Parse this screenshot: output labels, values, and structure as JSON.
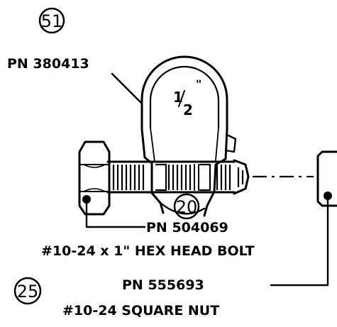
{
  "callouts": {
    "clamp": "51",
    "nut_part": "20",
    "assembly": "25"
  },
  "labels": {
    "clamp_pn": "PN 380413",
    "bolt_pn": "PN 504069",
    "bolt_desc": "#10-24 x 1\" HEX HEAD BOLT",
    "nut_pn": "PN 555693",
    "nut_desc": "#10-24 SQUARE NUT"
  },
  "clamp_size": {
    "num": "1",
    "den": "2",
    "unit": "\""
  }
}
